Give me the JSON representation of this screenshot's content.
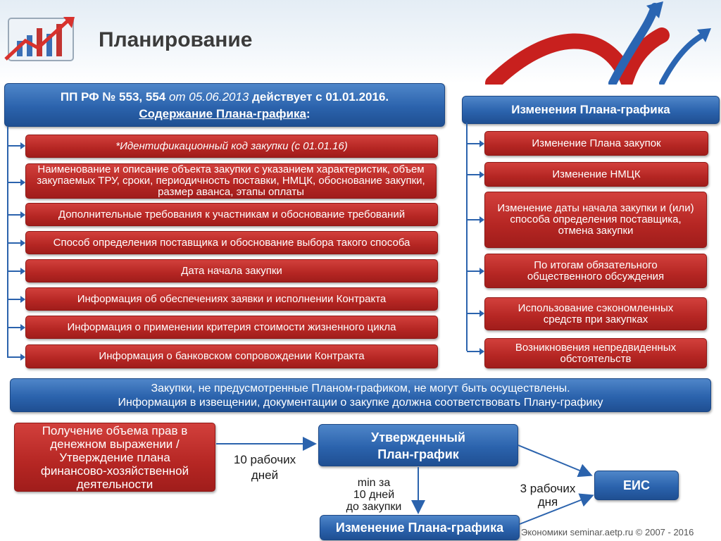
{
  "header": {
    "title": "Планирование"
  },
  "left_panel": {
    "title_line1_bold": "ПП РФ № 553, 554",
    "title_line1_italic": "от 05.06.2013",
    "title_line1_end": "действует с 01.01.2016.",
    "title_line2": "Содержание Плана-графика",
    "title_line2_colon": ":",
    "items": [
      "*Идентификационный код закупки (с 01.01.16)",
      "Наименование и описание объекта закупки с указанием характеристик, объем закупаемых ТРУ, сроки, периодичность поставки, НМЦК, обоснование закупки, размер аванса, этапы оплаты",
      "Дополнительные требования к участникам и обоснование требований",
      "Способ определения поставщика и обоснование выбора такого способа",
      "Дата начала закупки",
      "Информация об обеспечениях заявки и исполнении Контракта",
      "Информация о применении критерия стоимости жизненного цикла",
      "Информация о банковском сопровождении Контракта"
    ]
  },
  "right_panel": {
    "title": "Изменения Плана-графика",
    "items": [
      "Изменение Плана закупок",
      "Изменение НМЦК",
      "Изменение даты начала закупки и (или) способа определения поставщика, отмена закупки",
      "По итогам обязательного общественного обсуждения",
      "Использование сэкономленных средств при закупках",
      "Возникновения непредвиденных обстоятельств"
    ]
  },
  "banner": {
    "line1": "Закупки, не предусмотренные Планом-графиком, не могут быть осуществлены.",
    "line2": "Информация в извещении, документации о закупке должна соответствовать Плану-графику"
  },
  "flow": {
    "source_box": "Получение объема прав в денежном выражении / Утверждение плана финансово-хозяйственной деятельности",
    "approved_box_line1": "Утвержденный",
    "approved_box_line2": "План-график",
    "eis_box": "ЕИС",
    "change_box": "Изменение Плана-графика",
    "label_10_days_line1": "10 рабочих",
    "label_10_days_line2": "дней",
    "label_min_line1": "min за",
    "label_min_line2": "10 дней",
    "label_min_line3": "до закупки",
    "label_3_days_line1": "3 рабочих",
    "label_3_days_line2": "дня"
  },
  "footer": {
    "text": "Экономики seminar.aetp.ru © 2007 - 2016"
  }
}
